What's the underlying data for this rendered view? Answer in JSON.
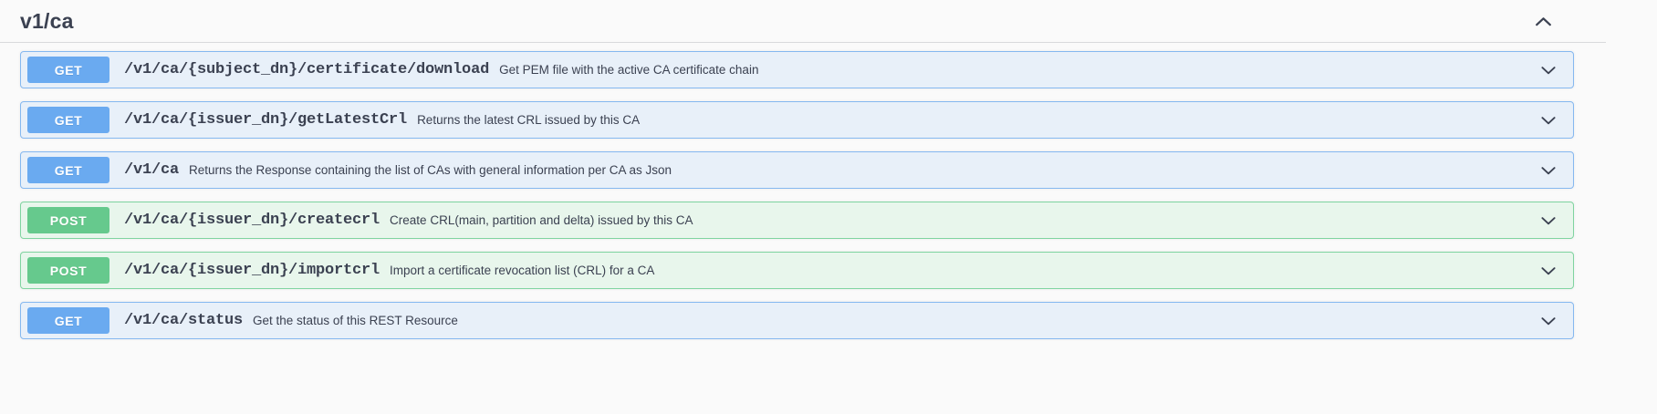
{
  "section": {
    "tag_title": "v1/ca",
    "collapse_icon": "chevron-up-icon",
    "expanded": true
  },
  "colors": {
    "get_badge": "#6aaaf0",
    "post_badge": "#66c98d",
    "get_row_bg": "#e8f0f9",
    "get_row_border": "#85b8f0",
    "post_row_bg": "#e8f6ec",
    "post_row_border": "#7fd4a0",
    "title_text": "#3b4151"
  },
  "operations": [
    {
      "method": "GET",
      "method_class": "get",
      "path": "/v1/ca/{subject_dn}/certificate/download",
      "summary": "Get PEM file with the active CA certificate chain",
      "expand_icon": "chevron-down-icon"
    },
    {
      "method": "GET",
      "method_class": "get",
      "path": "/v1/ca/{issuer_dn}/getLatestCrl",
      "summary": "Returns the latest CRL issued by this CA",
      "expand_icon": "chevron-down-icon"
    },
    {
      "method": "GET",
      "method_class": "get",
      "path": "/v1/ca",
      "summary": "Returns the Response containing the list of CAs with general information per CA as Json",
      "expand_icon": "chevron-down-icon"
    },
    {
      "method": "POST",
      "method_class": "post",
      "path": "/v1/ca/{issuer_dn}/createcrl",
      "summary": "Create CRL(main, partition and delta) issued by this CA",
      "expand_icon": "chevron-down-icon"
    },
    {
      "method": "POST",
      "method_class": "post",
      "path": "/v1/ca/{issuer_dn}/importcrl",
      "summary": "Import a certificate revocation list (CRL) for a CA",
      "expand_icon": "chevron-down-icon"
    },
    {
      "method": "GET",
      "method_class": "get",
      "path": "/v1/ca/status",
      "summary": "Get the status of this REST Resource",
      "expand_icon": "chevron-down-icon"
    }
  ]
}
